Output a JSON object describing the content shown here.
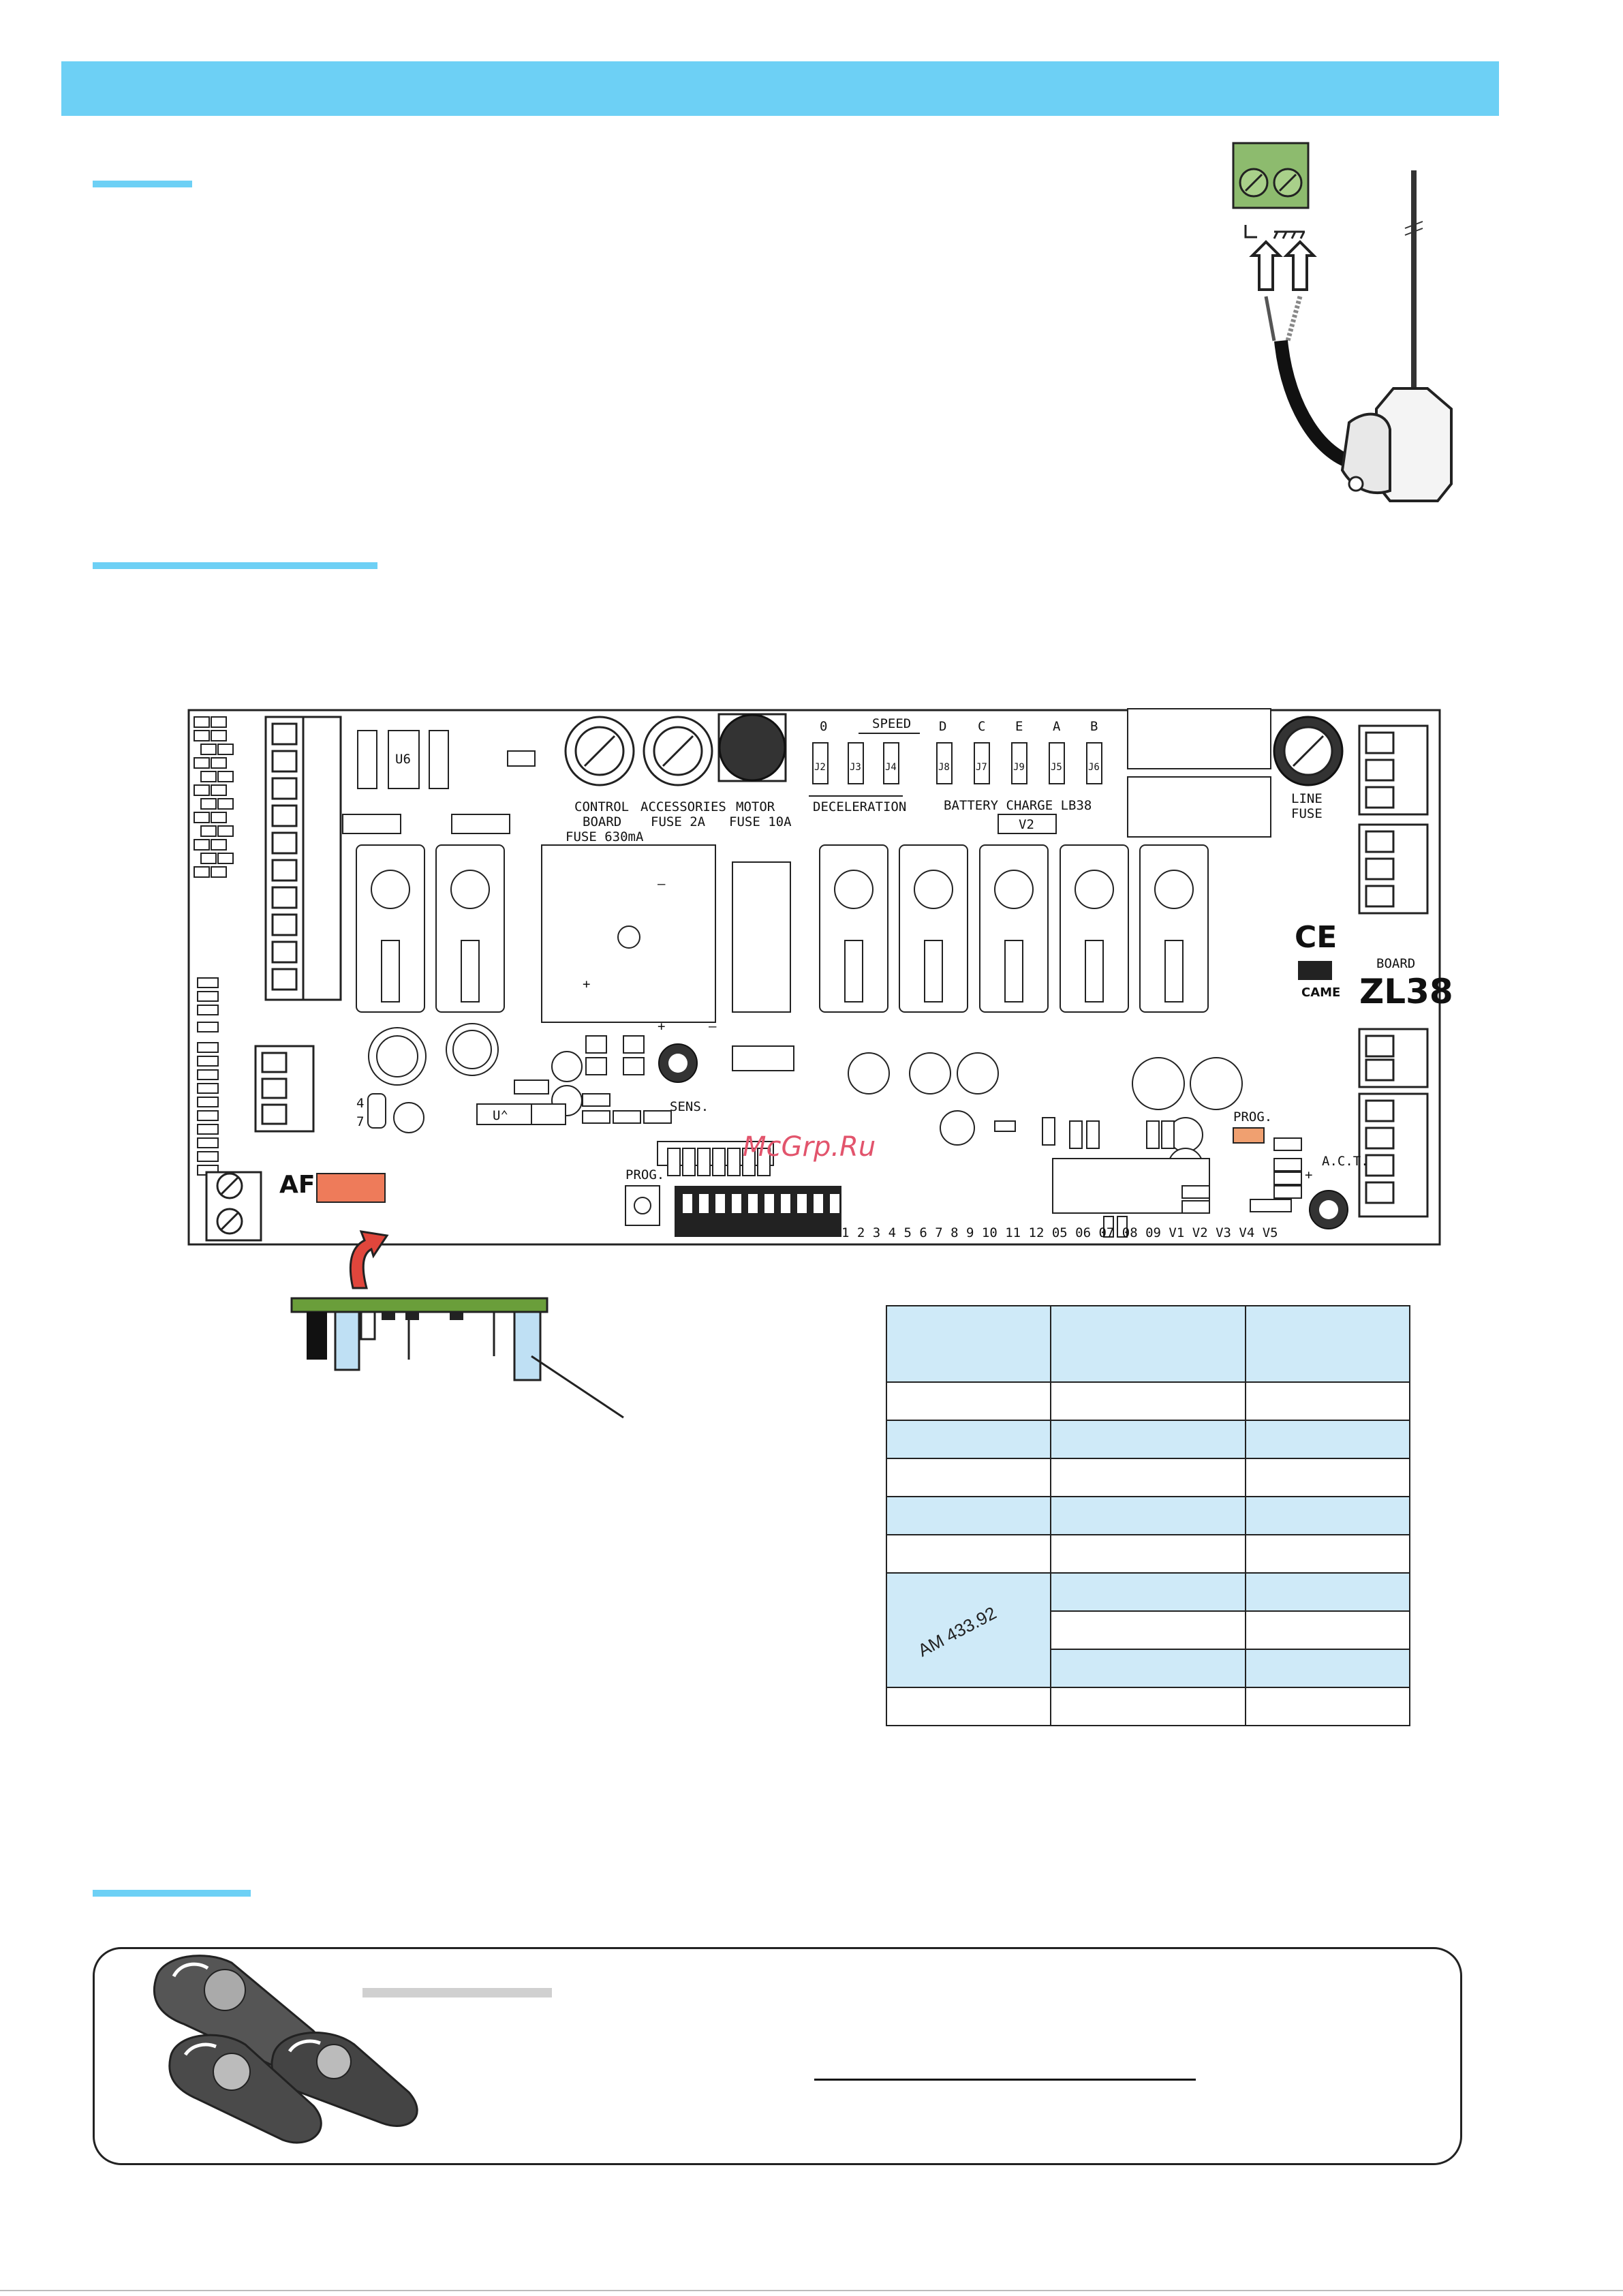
{
  "board": {
    "fuses": {
      "control_board_1": "CONTROL",
      "control_board_2": "BOARD",
      "control_board_3": "FUSE 630mA",
      "accessories_1": "ACCESSORIES",
      "accessories_2": "FUSE 2A",
      "motor_1": "MOTOR",
      "motor_2": "FUSE 10A",
      "line_1": "LINE",
      "line_2": "FUSE"
    },
    "jumpers_top": [
      "0",
      "SPEED",
      "D",
      "C",
      "E",
      "A",
      "B"
    ],
    "jumper_ids": [
      "J2",
      "J3",
      "J4",
      "J8",
      "J7",
      "J9",
      "J5",
      "J6"
    ],
    "deceleration": "DECELERATION",
    "battery_charge": "BATTERY CHARGE LB38",
    "v2": "V2",
    "u6": "U6",
    "u7": "U⌃",
    "brand_ce": "CE",
    "brand_board": "BOARD",
    "brand_model": "ZL38",
    "brand_came": "CAME",
    "sens": "SENS.",
    "prog_left": "PROG.",
    "prog_right": "PROG.",
    "act": "A.C.T.",
    "af": "AF",
    "plus": "+",
    "minus": "–",
    "num_4": "4",
    "num_7": "7",
    "bottom_numbers": "1 2 3 4 5 6 7 8 9 10 11 12   05 06 07 08 09   V1 V2 V3 V4 V5"
  },
  "watermark": "McGrp.Ru",
  "table": {
    "am_label": "AM 433.92"
  },
  "colors": {
    "accent": "#6dd0f5",
    "table_fill": "#cfeaf8",
    "af_connector": "#ee7b5a",
    "prog_led": "#f0a070",
    "arrow_red": "#e0463c",
    "pcb_green": "#6a9e3a",
    "terminal_green": "#8dbb6e"
  }
}
